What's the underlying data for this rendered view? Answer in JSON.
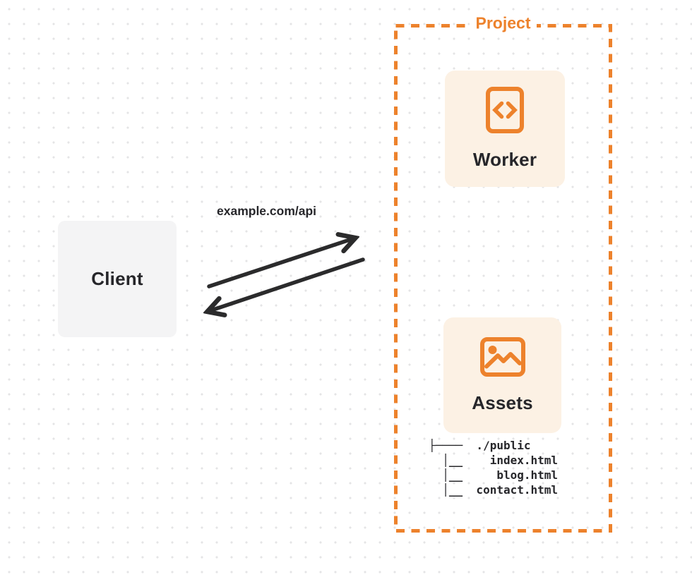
{
  "colors": {
    "accent": "#ED822C",
    "card_bg": "#FCF1E4",
    "client_bg": "#F4F4F5",
    "text_dark": "#26262A",
    "arrow": "#2B2B2C",
    "dot": "#E4E4E6",
    "page_bg": "#FFFFFF"
  },
  "client": {
    "label": "Client"
  },
  "request": {
    "url": "example.com/api"
  },
  "project": {
    "label": "Project",
    "worker": {
      "label": "Worker",
      "icon": "code-document-icon"
    },
    "assets": {
      "label": "Assets",
      "icon": "image-icon",
      "file_tree": [
        "├────  ./public",
        "  │__    index.html",
        "  │__     blog.html",
        "  │__  contact.html"
      ]
    }
  }
}
